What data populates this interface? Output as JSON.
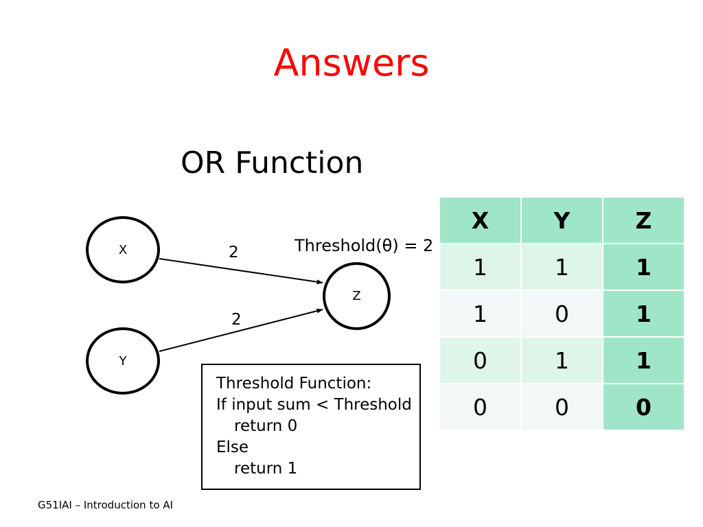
{
  "slide": {
    "title": "Answers",
    "title_color": "#FF0000",
    "subtitle": "OR Function",
    "footer": "G51IAI – Introduction to AI",
    "background": "#FFFFFF"
  },
  "diagram": {
    "nodes": [
      {
        "id": "x",
        "label": "X"
      },
      {
        "id": "y",
        "label": "Y"
      },
      {
        "id": "z",
        "label": "Z"
      }
    ],
    "edges": [
      {
        "from": "X",
        "to": "Z",
        "weight": "2"
      },
      {
        "from": "Y",
        "to": "Z",
        "weight": "2"
      }
    ],
    "threshold_label": "Threshold(θ) = 2"
  },
  "threshold_box": {
    "lines": [
      "Threshold Function:",
      "If input sum < Threshold",
      "return 0",
      "Else",
      "return 1"
    ]
  },
  "chart_data": {
    "type": "table",
    "title": "OR Function truth table",
    "columns": [
      "X",
      "Y",
      "Z"
    ],
    "rows": [
      [
        "1",
        "1",
        "1"
      ],
      [
        "1",
        "0",
        "1"
      ],
      [
        "0",
        "1",
        "1"
      ],
      [
        "0",
        "0",
        "0"
      ]
    ],
    "header_color": "#9FE6C8",
    "output_column_color": "#9FE6C8",
    "row_colors": [
      "#E0F5E9",
      "#F1F8F7"
    ]
  }
}
